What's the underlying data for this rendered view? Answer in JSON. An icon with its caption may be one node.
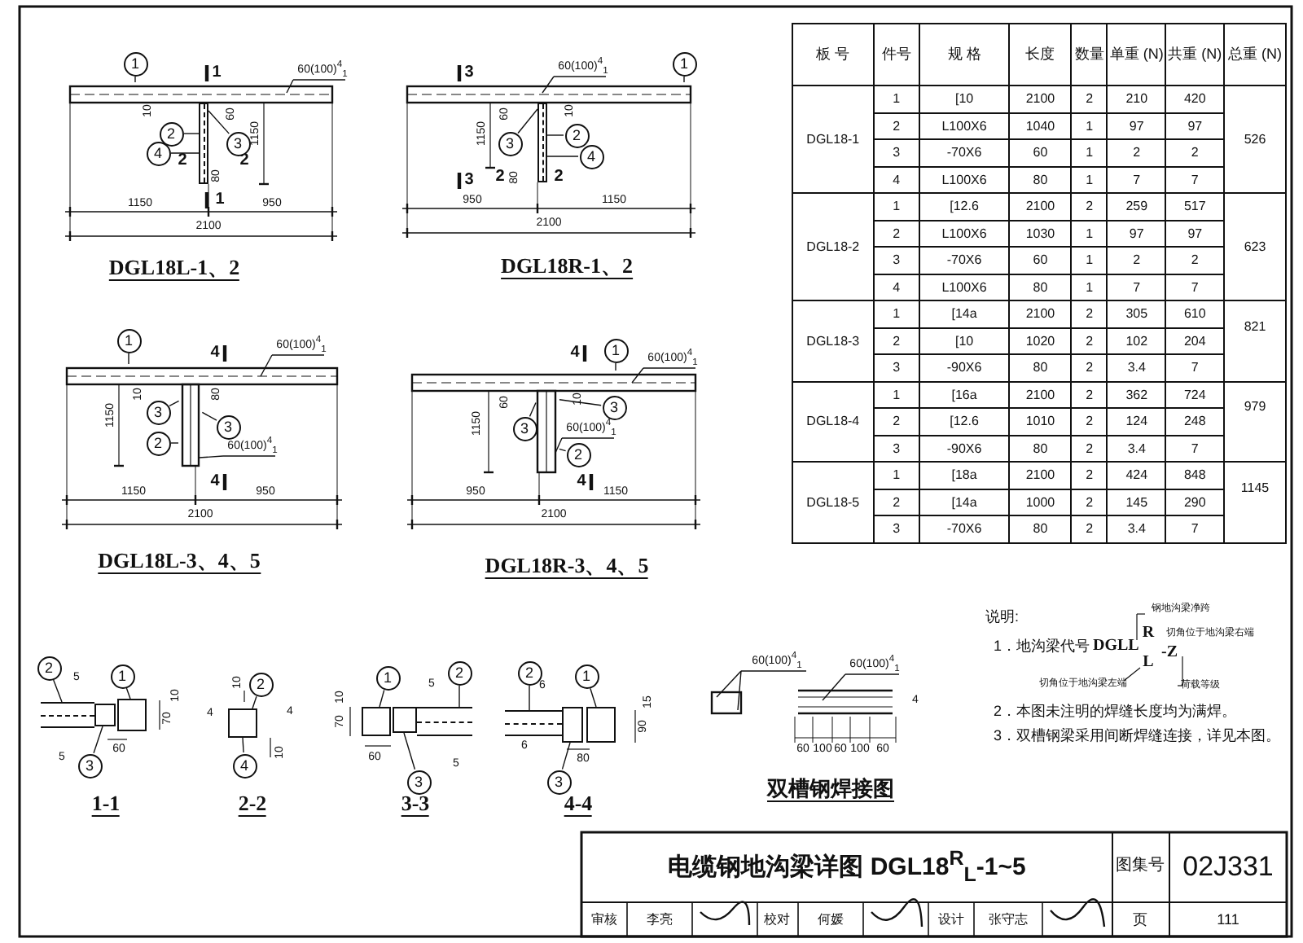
{
  "diagram": {
    "title": "电缆钢地沟梁详图 DGL18$^{R}$$_{L}$-1~5",
    "nodes": [
      {
        "text": [
          "1"
        ]
      },
      {
        "text": [
          "2"
        ]
      },
      {
        "text": [
          "3"
        ]
      },
      {
        "text": [
          "4"
        ]
      },
      {
        "text": [
          "1"
        ]
      },
      {
        "text": [
          "2"
        ]
      },
      {
        "text": [
          "3"
        ]
      },
      {
        "text": [
          "4"
        ]
      },
      {
        "text": [
          "1"
        ]
      },
      {
        "text": [
          "3"
        ]
      },
      {
        "text": [
          "3"
        ]
      },
      {
        "text": [
          "2"
        ]
      },
      {
        "text": [
          "1"
        ]
      },
      {
        "text": [
          "3"
        ]
      },
      {
        "text": [
          "3"
        ]
      },
      {
        "text": [
          "2"
        ]
      },
      {
        "text": [
          "2"
        ]
      },
      {
        "text": [
          "1"
        ]
      },
      {
        "text": [
          "3"
        ]
      },
      {
        "text": [
          "2"
        ]
      },
      {
        "text": [
          "4"
        ]
      },
      {
        "text": [
          "1"
        ]
      },
      {
        "text": [
          "2"
        ]
      },
      {
        "text": [
          "3"
        ]
      },
      {
        "text": [
          "2"
        ]
      },
      {
        "text": [
          "1"
        ]
      },
      {
        "text": [
          "3"
        ]
      },
      {
        "text": [],
        "shape": "bar"
      },
      {
        "text": [],
        "shape": "box"
      },
      {
        "text": [],
        "shape": "box"
      },
      {
        "text": [],
        "shape": "box"
      },
      {
        "text": [],
        "shape": "box"
      },
      {
        "text": [],
        "shape": "box"
      },
      {
        "text": [],
        "shape": "bar"
      },
      {
        "text": [],
        "shape": "bar"
      },
      {
        "text": [],
        "shape": "box"
      },
      {
        "text": [],
        "shape": "box"
      },
      {
        "text": [],
        "shape": "bar"
      },
      {
        "text": [],
        "shape": "bar"
      }
    ],
    "edges": [
      {
        "from": 0,
        "to": null,
        "arrow": "none"
      },
      {
        "from": 1,
        "to": 37,
        "arrow": "none"
      },
      {
        "from": 2,
        "to": 37,
        "arrow": "none"
      },
      {
        "from": 3,
        "to": 37,
        "arrow": "none"
      },
      {
        "from": 4,
        "to": null,
        "arrow": "none"
      },
      {
        "from": 5,
        "to": 38,
        "arrow": "none"
      },
      {
        "from": 6,
        "to": 38,
        "arrow": "none"
      },
      {
        "from": 7,
        "to": 38,
        "arrow": "none"
      },
      {
        "from": 8,
        "to": null,
        "arrow": "none"
      },
      {
        "from": 9,
        "to": null,
        "arrow": "none"
      },
      {
        "from": 10,
        "to": null,
        "arrow": "none"
      },
      {
        "from": 11,
        "to": null,
        "arrow": "none"
      },
      {
        "from": 12,
        "to": null,
        "arrow": "none"
      },
      {
        "from": 13,
        "to": null,
        "arrow": "none"
      },
      {
        "from": 14,
        "to": null,
        "arrow": "none"
      },
      {
        "from": 15,
        "to": null,
        "arrow": "none"
      },
      {
        "from": 16,
        "to": 27,
        "arrow": "none"
      },
      {
        "from": 17,
        "to": 29,
        "arrow": "none"
      },
      {
        "from": 18,
        "to": 28,
        "arrow": "none"
      },
      {
        "from": 19,
        "to": 30,
        "arrow": "none"
      },
      {
        "from": 20,
        "to": 30,
        "arrow": "none"
      },
      {
        "from": 21,
        "to": 31,
        "arrow": "none"
      },
      {
        "from": 22,
        "to": 33,
        "arrow": "none"
      },
      {
        "from": 23,
        "to": 32,
        "arrow": "none"
      },
      {
        "from": 24,
        "to": 34,
        "arrow": "none"
      },
      {
        "from": 25,
        "to": 36,
        "arrow": "none"
      },
      {
        "from": 26,
        "to": 35,
        "arrow": "none"
      }
    ],
    "labels": [
      "1",
      "60(100)$^{4}$$_{1}$",
      "10",
      "60",
      "1150",
      "2",
      "2",
      "80",
      "1150",
      "1",
      "950",
      "2100",
      "DGL18L-1、2",
      "3",
      "60(100)$^{4}$$_{1}$",
      "60",
      "10",
      "1150",
      "3",
      "2",
      "80",
      "2",
      "950",
      "1150",
      "2100",
      "DGL18R-1、2",
      "4",
      "60(100)$^{4}$$_{1}$",
      "10",
      "80",
      "1150",
      "60(100)$^{4}$$_{1}$",
      "4",
      "1150",
      "950",
      "2100",
      "DGL18L-3、4、5",
      "4",
      "60(100)$^{4}$$_{1}$",
      "60",
      "10",
      "1150",
      "60(100)$^{4}$$_{1}$",
      "4",
      "950",
      "1150",
      "2100",
      "DGL18R-3、4、5",
      "5",
      "10",
      "70",
      "60",
      "5",
      "1-1",
      "10",
      "4",
      "4",
      "10",
      "2-2",
      "10",
      "5",
      "70",
      "60",
      "5",
      "3-3",
      "6",
      "15",
      "90",
      "6",
      "80",
      "4-4",
      "60(100)$^{4}$$_{1}$",
      "60(100)$^{4}$$_{1}$",
      "4",
      "60",
      "100",
      "60",
      "100",
      "60",
      "双槽钢焊接图",
      "板 号",
      "件号",
      "规 格",
      "长度",
      "数量",
      "单重 (N)",
      "共重 (N)",
      "总重 (N)",
      "DGL18-1",
      "1",
      "[10",
      "2100",
      "2",
      "210",
      "420",
      "526",
      "2",
      "L100X6",
      "1040",
      "1",
      "97",
      "97",
      "3",
      "-70X6",
      "60",
      "1",
      "2",
      "2",
      "4",
      "L100X6",
      "80",
      "1",
      "7",
      "7",
      "DGL18-2",
      "1",
      "[12.6",
      "2100",
      "2",
      "259",
      "517",
      "623",
      "2",
      "L100X6",
      "1030",
      "1",
      "97",
      "97",
      "3",
      "-70X6",
      "60",
      "1",
      "2",
      "2",
      "4",
      "L100X6",
      "80",
      "1",
      "7",
      "7",
      "DGL18-3",
      "1",
      "[14a",
      "2100",
      "2",
      "305",
      "610",
      "821",
      "2",
      "[10",
      "1020",
      "2",
      "102",
      "204",
      "3",
      "-90X6",
      "80",
      "2",
      "3.4",
      "7",
      "DGL18-4",
      "1",
      "[16a",
      "2100",
      "2",
      "362",
      "724",
      "979",
      "2",
      "[12.6",
      "1010",
      "2",
      "124",
      "248",
      "3",
      "-90X6",
      "80",
      "2",
      "3.4",
      "7",
      "DGL18-5",
      "1",
      "[18a",
      "2100",
      "2",
      "424",
      "848",
      "1145",
      "2",
      "[14a",
      "1000",
      "2",
      "145",
      "290",
      "3",
      "-70X6",
      "80",
      "2",
      "3.4",
      "7",
      "说明:",
      "1．地沟梁代号",
      "DGLL",
      "钢地沟梁净跨",
      "R",
      "切角位于地沟梁右端",
      "-Z",
      "L",
      "切角位于地沟梁左端",
      "荷载等级",
      "2．本图未注明的焊缝长度均为满焊。",
      "3．双槽钢梁采用间断焊缝连接，详见本图。",
      "图集号",
      "02J331",
      "审核",
      "李亮",
      "校对",
      "何媛",
      "设计",
      "张守志",
      "页",
      "111"
    ]
  }
}
